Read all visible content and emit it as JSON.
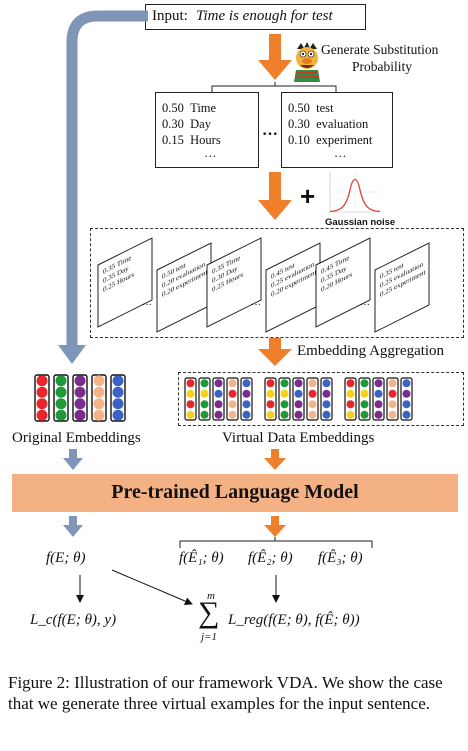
{
  "input": {
    "label": "Input: ",
    "sentence": "Time is enough for test"
  },
  "step_generate": {
    "line1": "Generate Substitution",
    "line2": "Probability"
  },
  "prob_left": {
    "rows": [
      {
        "p": "0.50",
        "w": "Time"
      },
      {
        "p": "0.30",
        "w": "Day"
      },
      {
        "p": "0.15",
        "w": "Hours"
      }
    ],
    "more": "…"
  },
  "prob_right": {
    "rows": [
      {
        "p": "0.50",
        "w": "test"
      },
      {
        "p": "0.30",
        "w": "evaluation"
      },
      {
        "p": "0.10",
        "w": "experiment"
      }
    ],
    "more": "…"
  },
  "between_dots": "···",
  "plus": "+",
  "gaussian_label": "Gaussian noise",
  "skewed": {
    "left_rows": [
      {
        "p": "0.35",
        "w": "Time"
      },
      {
        "p": "0.35",
        "w": "Day"
      },
      {
        "p": "0.25",
        "w": "Hours"
      }
    ],
    "right_rows": [
      {
        "p": "0.50",
        "w": "test"
      },
      {
        "p": "0.20",
        "w": "evaluation"
      },
      {
        "p": "0.20",
        "w": "experiment"
      }
    ],
    "left_rows_b": [
      {
        "p": "0.35",
        "w": "Time"
      },
      {
        "p": "0.30",
        "w": "Day"
      },
      {
        "p": "0.25",
        "w": "Hours"
      }
    ],
    "right_rows_b": [
      {
        "p": "0.45",
        "w": "test"
      },
      {
        "p": "0.25",
        "w": "evaluation"
      },
      {
        "p": "0.20",
        "w": "experiment"
      }
    ],
    "left_rows_c": [
      {
        "p": "0.45",
        "w": "Time"
      },
      {
        "p": "0.35",
        "w": "Day"
      },
      {
        "p": "0.20",
        "w": "Hours"
      }
    ],
    "right_rows_c": [
      {
        "p": "0.35",
        "w": "test"
      },
      {
        "p": "0.25",
        "w": "evaluation"
      },
      {
        "p": "0.25",
        "w": "experiment"
      }
    ],
    "dots": "···"
  },
  "embedding_aggregation": "Embedding Aggregation",
  "original_embeddings": "Original Embeddings",
  "virtual_embeddings": "Virtual Data Embeddings",
  "plm": "Pre-trained Language Model",
  "math": {
    "f_orig": "f(E; θ)",
    "f_v1": "f(Ê₁; θ)",
    "f_v2": "f(Ê₂; θ)",
    "f_v3": "f(Ê₃; θ)",
    "lc": "L_c(f(E; θ), y)",
    "sum_top": "m",
    "sum_bottom": "j=1",
    "lreg": "L_reg(f(E; θ), f(Ê; θ))"
  },
  "caption": "Figure 2: Illustration of our framework VDA. We show the case that we generate three virtual examples for the input sentence.",
  "colors": {
    "orange_arrow": "#ef7f2b",
    "blue_arrow": "#8096b8",
    "plm_fill": "#f4b183",
    "embedding_palette": [
      "#e8262b",
      "#1f9a3b",
      "#7a2c8f",
      "#f5b38a",
      "#3a63c4",
      "#f2d21a"
    ]
  }
}
